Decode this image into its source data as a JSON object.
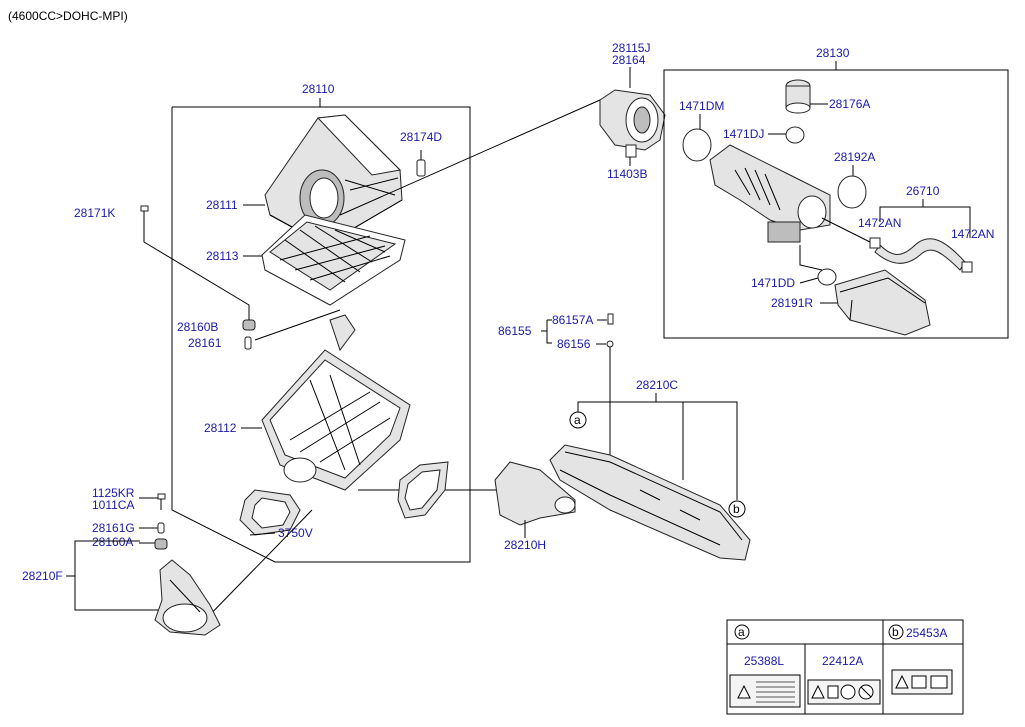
{
  "header": {
    "engine_spec": "(4600CC>DOHC-MPI)"
  },
  "groups": {
    "air_cleaner": "28110",
    "resonator_box": "28130",
    "duct": "28210C"
  },
  "parts": {
    "p28115J": "28115J",
    "p28164": "28164",
    "p11403B": "11403B",
    "p28174D": "28174D",
    "p28111": "28111",
    "p28113": "28113",
    "p28171K": "28171K",
    "p28160B": "28160B",
    "p28161": "28161",
    "p28112": "28112",
    "p1125KR": "1125KR",
    "p1011CA": "1011CA",
    "p28161G": "28161G",
    "p28160A": "28160A",
    "p28210F": "28210F",
    "p3750V": "3750V",
    "p28210H": "28210H",
    "p86155": "86155",
    "p86157A": "86157A",
    "p86156": "86156",
    "p1471DM": "1471DM",
    "p1471DJ": "1471DJ",
    "p28176A": "28176A",
    "p28192A": "28192A",
    "p26710": "26710",
    "p1472AN_left": "1472AN",
    "p1472AN_right": "1472AN",
    "p1471DD": "1471DD",
    "p28191R": "28191R"
  },
  "callouts": {
    "a": "a",
    "b": "b"
  },
  "legend": {
    "a_marker": "a",
    "b_marker": "b",
    "b_part": "25453A",
    "a_part_1": "25388L",
    "a_part_2": "22412A"
  }
}
